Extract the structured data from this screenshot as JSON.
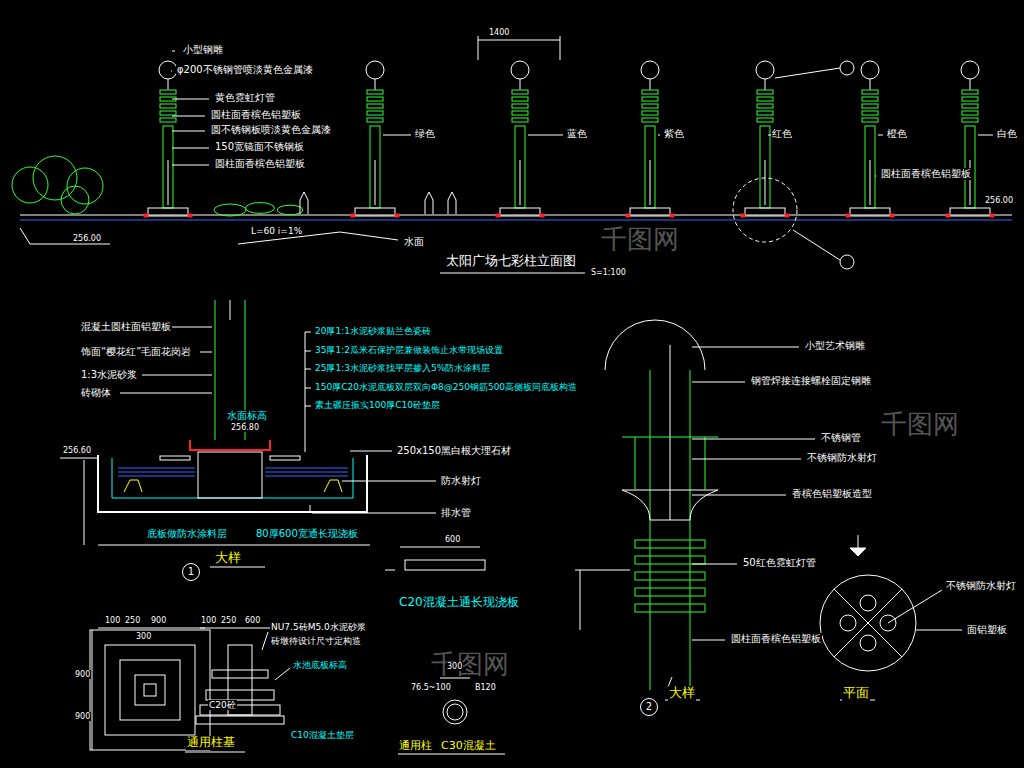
{
  "diagram": {
    "title": "太阳广场七彩柱立面图",
    "nodes": [
      {
        "text": [
          "1"
        ]
      },
      {
        "text": [
          "2"
        ]
      }
    ],
    "labels": [
      "小型钢雕",
      "φ200不锈钢管喷淡黄色金属漆",
      "黄色霓虹灯管",
      "圆柱面香槟色铝塑板",
      "圆不锈钢板喷淡黄色金属漆",
      "150宽镜面不锈钢板",
      "圆柱面香槟色铝塑板",
      "绿色",
      "1400",
      "蓝色",
      "紫色",
      "红色",
      "橙色",
      "白色",
      "圆柱面香槟色铝塑板",
      "256.00",
      "256.00",
      "L=60  i=1%",
      "水面",
      "S=1:100",
      "混凝土圆柱面铝塑板",
      "饰面“樱花红”毛面花岗岩",
      "1:3水泥砂浆",
      "砖砌体",
      "20厚1:1水泥砂浆贴兰色瓷砖",
      "35厚1:2瓜米石保护层兼做装饰止水带现场设置",
      "25厚1:3水泥砂浆找平层掺入5%防水涂料层",
      "150厚C20水泥底板双层双向Φ8@250钢筋500高侧板同底板构造",
      "素土碾压振实100厚C10砼垫层",
      "水面标高",
      "256.80",
      "256.60",
      "250x150黑白根大理石材",
      "防水射灯",
      "排水管",
      "底板做防水涂料层",
      "80厚600宽通长现浇板",
      "大样",
      "600",
      "C20混凝土通长现浇板",
      "100",
      "250",
      "900",
      "300",
      "900",
      "900",
      "100",
      "250",
      "600",
      "NU7.5砖M5.0水泥砂浆",
      "砖墩待设计尺寸定构造",
      "水池底板标高",
      "C20砼",
      "C10混凝土垫层",
      "通用柱基",
      "300",
      "76.5~100",
      "B120",
      "通用柱",
      "C30混凝土",
      "小型艺术钢雕",
      "钢管焊接连接螺栓固定钢雕",
      "不锈钢管",
      "不锈钢防水射灯",
      "香槟色铝塑板造型",
      "50红色霓虹灯管",
      "不锈钢防水射灯",
      "圆柱面香槟色铝塑板",
      "面铝塑板",
      "大样",
      "平面",
      "千图网",
      "千图网",
      "千图网"
    ]
  }
}
